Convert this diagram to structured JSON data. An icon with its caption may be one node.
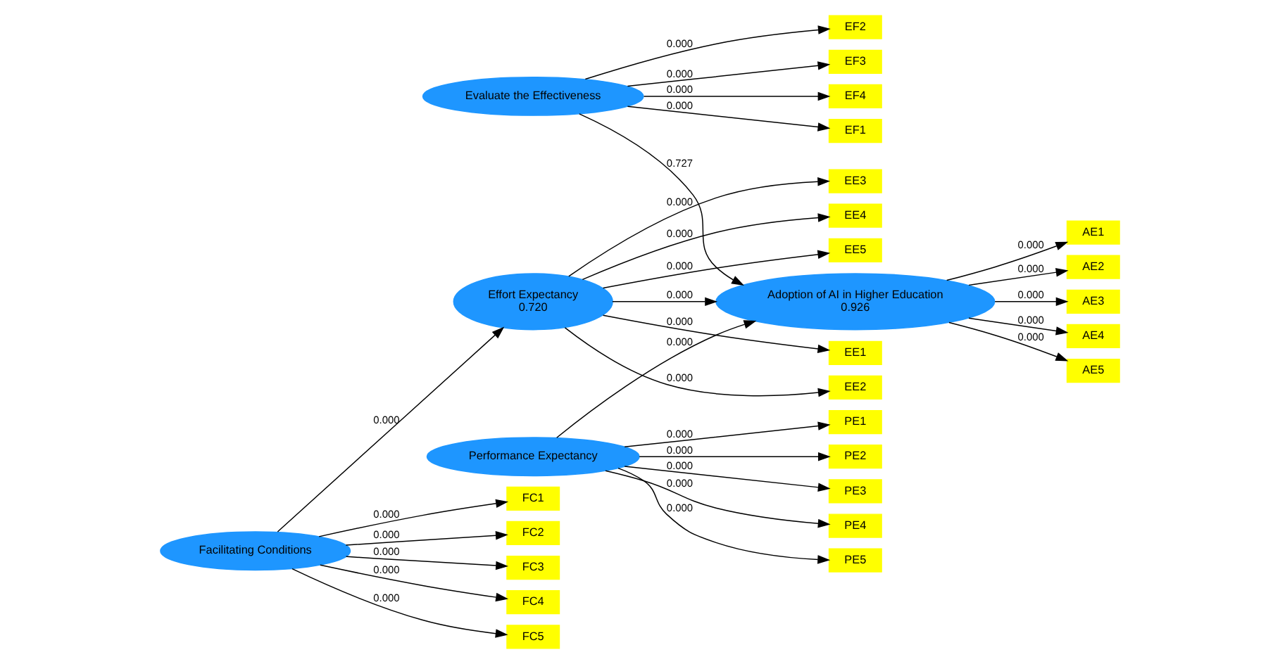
{
  "diagram": {
    "nodes": [
      {
        "text": [
          "EF1"
        ]
      },
      {
        "text": [
          "EF2"
        ]
      },
      {
        "text": [
          "EF3"
        ]
      },
      {
        "text": [
          "EF4"
        ]
      },
      {
        "text": [
          "Evaluate the Effectiveness"
        ]
      },
      {
        "text": [
          "FC1"
        ]
      },
      {
        "text": [
          "FC2"
        ]
      },
      {
        "text": [
          "FC3"
        ]
      },
      {
        "text": [
          "FC4"
        ]
      },
      {
        "text": [
          "FC5"
        ]
      },
      {
        "text": [
          "Facilitating Conditions"
        ]
      },
      {
        "text": [
          "Effort Expectancy",
          "0.720"
        ]
      },
      {
        "text": [
          "Adoption of AI in Higher Education",
          "0.926"
        ]
      },
      {
        "text": [
          "AE1"
        ]
      },
      {
        "text": [
          "AE2"
        ]
      },
      {
        "text": [
          "AE3"
        ]
      },
      {
        "text": [
          "AE4"
        ]
      },
      {
        "text": [
          "AE5"
        ]
      },
      {
        "text": [
          "EE1"
        ]
      },
      {
        "text": [
          "EE2"
        ]
      },
      {
        "text": [
          "EE3"
        ]
      },
      {
        "text": [
          "EE4"
        ]
      },
      {
        "text": [
          "EE5"
        ]
      },
      {
        "text": [
          "Performance Expectancy"
        ]
      },
      {
        "text": [
          "PE1"
        ]
      },
      {
        "text": [
          "PE2"
        ]
      },
      {
        "text": [
          "PE3"
        ]
      },
      {
        "text": [
          "PE4"
        ]
      },
      {
        "text": [
          "PE5"
        ]
      }
    ],
    "edges": [
      {
        "from": 4,
        "to": 0,
        "arrow": "to",
        "label": "0.000"
      },
      {
        "from": 4,
        "to": 1,
        "arrow": "to",
        "label": "0.000"
      },
      {
        "from": 4,
        "to": 2,
        "arrow": "to",
        "label": "0.000"
      },
      {
        "from": 4,
        "to": 3,
        "arrow": "to",
        "label": "0.000"
      },
      {
        "from": 10,
        "to": 5,
        "arrow": "to",
        "label": "0.000"
      },
      {
        "from": 10,
        "to": 6,
        "arrow": "to",
        "label": "0.000"
      },
      {
        "from": 10,
        "to": 7,
        "arrow": "to",
        "label": "0.000"
      },
      {
        "from": 10,
        "to": 8,
        "arrow": "to",
        "label": "0.000"
      },
      {
        "from": 10,
        "to": 9,
        "arrow": "to",
        "label": "0.000"
      },
      {
        "from": 10,
        "to": 11,
        "arrow": "to",
        "label": "0.000"
      },
      {
        "from": 11,
        "to": 12,
        "arrow": "to",
        "label": "0.000"
      },
      {
        "from": 4,
        "to": 12,
        "arrow": "to",
        "label": "0.727"
      },
      {
        "from": 12,
        "to": 13,
        "arrow": "to",
        "label": "0.000"
      },
      {
        "from": 12,
        "to": 14,
        "arrow": "to",
        "label": "0.000"
      },
      {
        "from": 12,
        "to": 15,
        "arrow": "to",
        "label": "0.000"
      },
      {
        "from": 12,
        "to": 16,
        "arrow": "to",
        "label": "0.000"
      },
      {
        "from": 12,
        "to": 17,
        "arrow": "to",
        "label": "0.000"
      },
      {
        "from": 11,
        "to": 18,
        "arrow": "to",
        "label": "0.000"
      },
      {
        "from": 11,
        "to": 19,
        "arrow": "to",
        "label": "0.000"
      },
      {
        "from": 11,
        "to": 20,
        "arrow": "to",
        "label": "0.000"
      },
      {
        "from": 11,
        "to": 21,
        "arrow": "to",
        "label": "0.000"
      },
      {
        "from": 11,
        "to": 22,
        "arrow": "to",
        "label": "0.000"
      },
      {
        "from": 23,
        "to": 12,
        "arrow": "to",
        "label": "0.000"
      },
      {
        "from": 23,
        "to": 24,
        "arrow": "to",
        "label": "0.000"
      },
      {
        "from": 23,
        "to": 25,
        "arrow": "to",
        "label": "0.000"
      },
      {
        "from": 23,
        "to": 26,
        "arrow": "to",
        "label": "0.000"
      },
      {
        "from": 23,
        "to": 27,
        "arrow": "to",
        "label": "0.000"
      },
      {
        "from": 23,
        "to": 28,
        "arrow": "to",
        "label": "0.000"
      }
    ]
  }
}
